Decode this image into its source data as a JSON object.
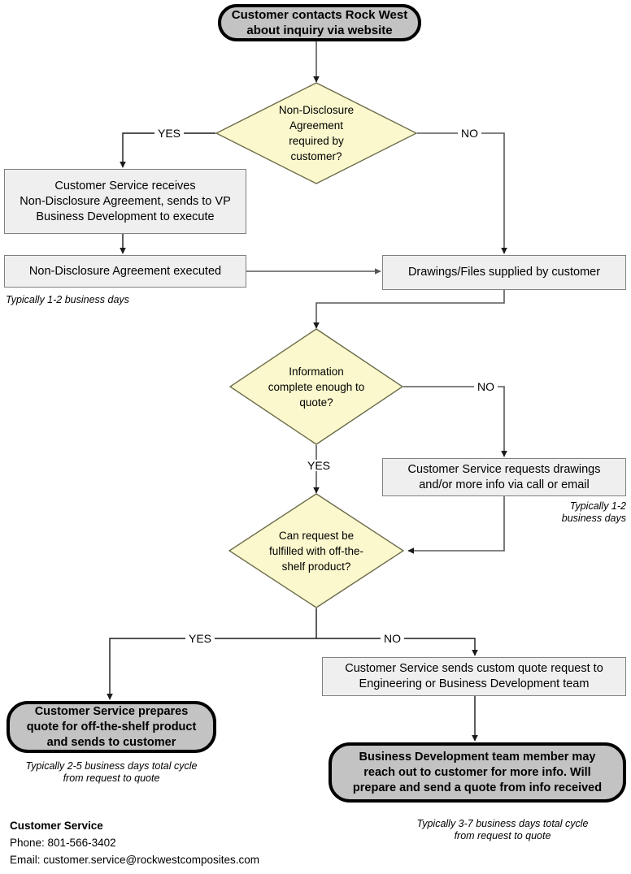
{
  "diagram": {
    "title": "Rock West Composites customer inquiry to quote process",
    "colors": {
      "terminator_fill": "#c3c3c3",
      "terminator_stroke": "#000000",
      "process_fill": "#efefef",
      "process_stroke": "#808080",
      "decision_fill": "#fbf8cd",
      "decision_stroke": "#6b6b4a",
      "wire": "#595959",
      "wire_dark": "#1a1a1a",
      "page_background": "#ffffff"
    }
  },
  "nodes": {
    "start": {
      "type": "terminator",
      "text": "Customer contacts Rock West\nabout inquiry via website"
    },
    "nda_decision": {
      "type": "decision",
      "text": "Non-Disclosure\nAgreement\nrequired by\ncustomer?"
    },
    "cs_receives_nda": {
      "type": "process",
      "text": "Customer Service receives\nNon-Disclosure Agreement, sends to VP\nBusiness Development to execute"
    },
    "nda_executed": {
      "type": "process",
      "text": "Non-Disclosure Agreement executed"
    },
    "drawings_supplied": {
      "type": "process",
      "text": "Drawings/Files supplied by customer"
    },
    "info_complete_decision": {
      "type": "decision",
      "text": "Information\ncomplete enough to\nquote?"
    },
    "cs_requests_drawings": {
      "type": "process",
      "text": "Customer Service requests drawings\nand/or more info via call or email"
    },
    "off_the_shelf_decision": {
      "type": "decision",
      "text": "Can request be\nfulfilled with off-the-\nshelf product?"
    },
    "cs_prepares_quote": {
      "type": "terminator",
      "text": "Customer Service prepares\nquote for off-the-shelf product\nand sends to customer"
    },
    "cs_sends_custom_quote": {
      "type": "process",
      "text": "Customer Service sends custom quote request to\nEngineering or Business Development team"
    },
    "bd_reaches_out": {
      "type": "terminator",
      "text": "Business Development team member may\nreach out to customer for more info. Will\nprepare and send a quote from info received"
    }
  },
  "edge_labels": {
    "nda_yes": "YES",
    "nda_no": "NO",
    "info_no": "NO",
    "info_yes": "YES",
    "shelf_yes": "YES",
    "shelf_no": "NO"
  },
  "notes": {
    "nda_timing": "Typically 1-2 business days",
    "more_info_timing": "Typically 1-2\nbusiness days",
    "off_shelf_timing": "Typically 2-5 business days total cycle\nfrom request to quote",
    "custom_timing": "Typically 3-7 business days total cycle\nfrom request to quote"
  },
  "contact": {
    "heading": "Customer Service",
    "phone": "Phone: 801-566-3402",
    "email": "Email: customer.service@rockwestcomposites.com"
  }
}
